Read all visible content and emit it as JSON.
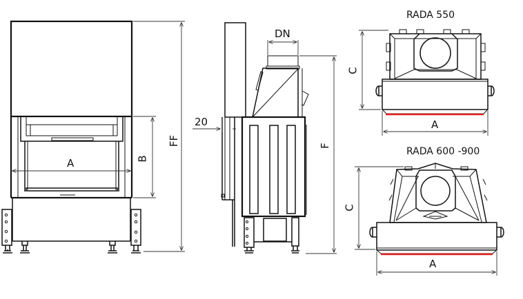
{
  "drawing": {
    "subject": "Fireplace insert technical drawing",
    "views": {
      "front": {
        "labels": {
          "width": "A",
          "opening_height": "B",
          "total_height": "FF"
        }
      },
      "side": {
        "labels": {
          "flue_diameter": "DN",
          "frame_offset": "20",
          "flue_height": "F"
        }
      },
      "top_550": {
        "title": "RADA 550",
        "labels": {
          "depth": "C",
          "width": "A"
        }
      },
      "top_600_900": {
        "title": "RADA 600 -900",
        "labels": {
          "depth": "C",
          "width": "A"
        }
      }
    },
    "colors": {
      "line": "#111111",
      "glass_edge": "#e0201f",
      "background": "#ffffff"
    }
  }
}
